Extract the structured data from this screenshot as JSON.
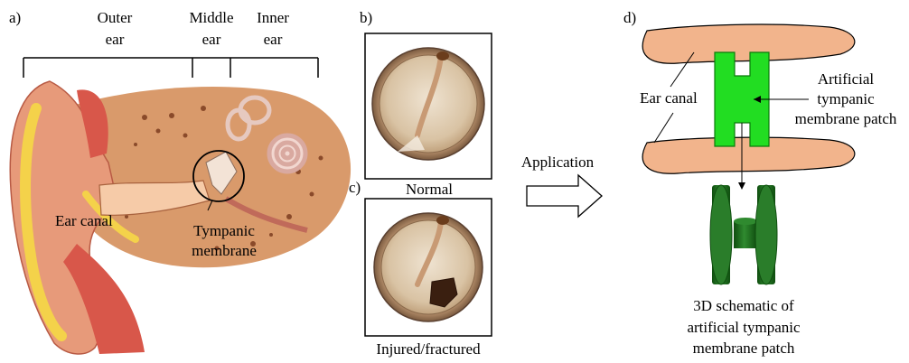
{
  "panel_a": {
    "letter": "a)",
    "regions": {
      "outer_line1": "Outer",
      "outer_line2": "ear",
      "middle_line1": "Middle",
      "middle_line2": "ear",
      "inner_line1": "Inner",
      "inner_line2": "ear"
    },
    "ear_canal": "Ear canal",
    "tympanic_line1": "Tympanic",
    "tympanic_line2": "membrane"
  },
  "panel_b": {
    "letter": "b)",
    "caption": "Normal"
  },
  "panel_c": {
    "letter": "c)",
    "caption": "Injured/fractured"
  },
  "arrow_label": "Application",
  "panel_d": {
    "letter": "d)",
    "ear_canal": "Ear canal",
    "patch_line1": "Artificial",
    "patch_line2": "tympanic",
    "patch_line3": "membrane patch",
    "schematic_line1": "3D schematic of",
    "schematic_line2": "artificial tympanic",
    "schematic_line3": "membrane patch"
  },
  "colors": {
    "skin": "#f2b48c",
    "cartilage": "#f4d24a",
    "bone": "#c98a5a",
    "patch_green": "#22dd22",
    "dark_green": "#1f6f1f",
    "eardrum_bg": "#e7d6bf"
  }
}
